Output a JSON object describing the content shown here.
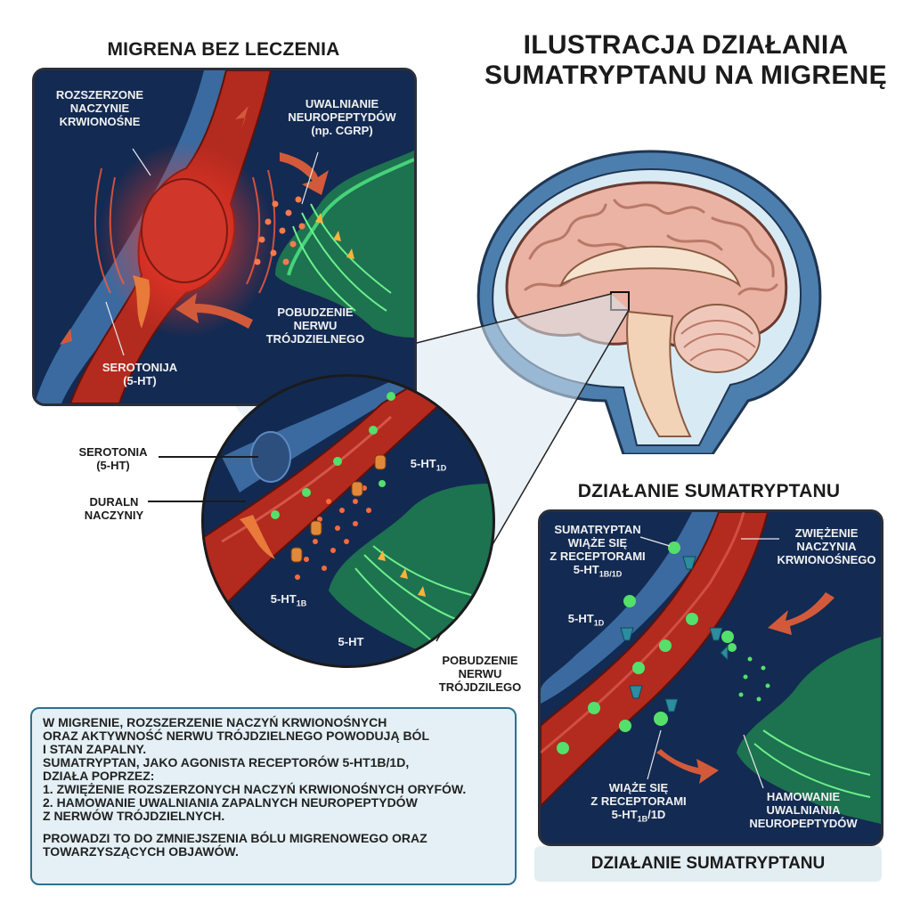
{
  "title": {
    "line1": "ILUSTRACJA DZIAŁANIA",
    "line2": "SUMATRYPTANU NA MIGRENĘ"
  },
  "migraine_panel": {
    "heading": "MIGRENA BEZ LECZENIA",
    "label_vessel": [
      "ROZSZERZONE",
      "NACZYNIE",
      "KRWIONOŚNE"
    ],
    "label_neuropeptides": [
      "UWALNIANIE",
      "NEUROPEPTYDÓW",
      "(np. CGRP)"
    ],
    "label_nerve": [
      "POBUDZENIE",
      "NERWU",
      "TRÓJDZIELNEGO"
    ],
    "label_serotonin": [
      "SEROTONIJA",
      "(5-HT)"
    ]
  },
  "zoom_circle": {
    "label_serotonin": [
      "SEROTONIA",
      "(5-HT)"
    ],
    "label_dural": [
      "DURALN",
      "NACZYNIY"
    ],
    "label_1d": "5-HT",
    "label_1d_sub": "1D",
    "label_1b": "5-HT",
    "label_1b_sub": "1B",
    "label_5ht": "5-HT",
    "label_nerve": [
      "POBUDZENIE",
      "NERWU",
      "TRÓJDZILEGO"
    ]
  },
  "explanation": {
    "lines_a": [
      "W MIGRENIE, ROZSZERZENIE NACZYŃ KRWIONOŚNYCH",
      "ORAZ AKTYWNOŚĆ NERWU TRÓJDZIELNEGO POWODUJĄ BÓL",
      "I STAN ZAPALNY.",
      "SUMATRYPTAN, JAKO AGONISTA RECEPTORÓW 5-HT1B/1D,",
      "DZIAŁA POPRZEZ:",
      "1. ZWIĘŻENIE ROZSZERZONYCH NACZYŃ KRWIONOŚNYCH ORYFÓW.",
      "2. HAMOWANIE UWALNIANIA ZAPALNYCH NEUROPEPTYDÓW",
      "Z NERWÓW TRÓJDZIELNYCH."
    ],
    "lines_b": [
      "PROWADZI TO DO ZMNIEJSZENIA BÓLU MIGRENOWEGO ORAZ",
      "TOWARZYSZĄCYCH OBJAWÓW."
    ]
  },
  "action_panel": {
    "heading": "DZIAŁANIE SUMATRYPTANU",
    "label_binds": [
      "SUMATRYPTAN",
      "WIĄŻE SIĘ",
      "Z RECEPTORAMI"
    ],
    "label_binds_rec": "5-HT",
    "label_binds_rec_sub": "1B/1D",
    "label_constrict": [
      "ZWIĘŻENIE",
      "NACZYNIA",
      "KRWIONOŚNEGO"
    ],
    "label_1d": "5-HT",
    "label_1d_sub": "1D",
    "label_binds2": [
      "WIĄŻE SIĘ",
      "Z RECEPTORAMI"
    ],
    "label_binds2_rec": "5-HT",
    "label_binds2_rec_sub": "1B",
    "label_binds2_rec_tail": "/1D",
    "label_inhibit": [
      "HAMOWANIE",
      "UWALNIANIA",
      "NEUROPEPTYDÓW"
    ],
    "footer": "DZIAŁANIE SUMATRYPTANU"
  },
  "colors": {
    "vessel": "#b32a1f",
    "nerve": "#2fa060",
    "panel_bg": "#0f1e3d",
    "drug": "#54e06a",
    "arrow": "#d25a3a"
  }
}
